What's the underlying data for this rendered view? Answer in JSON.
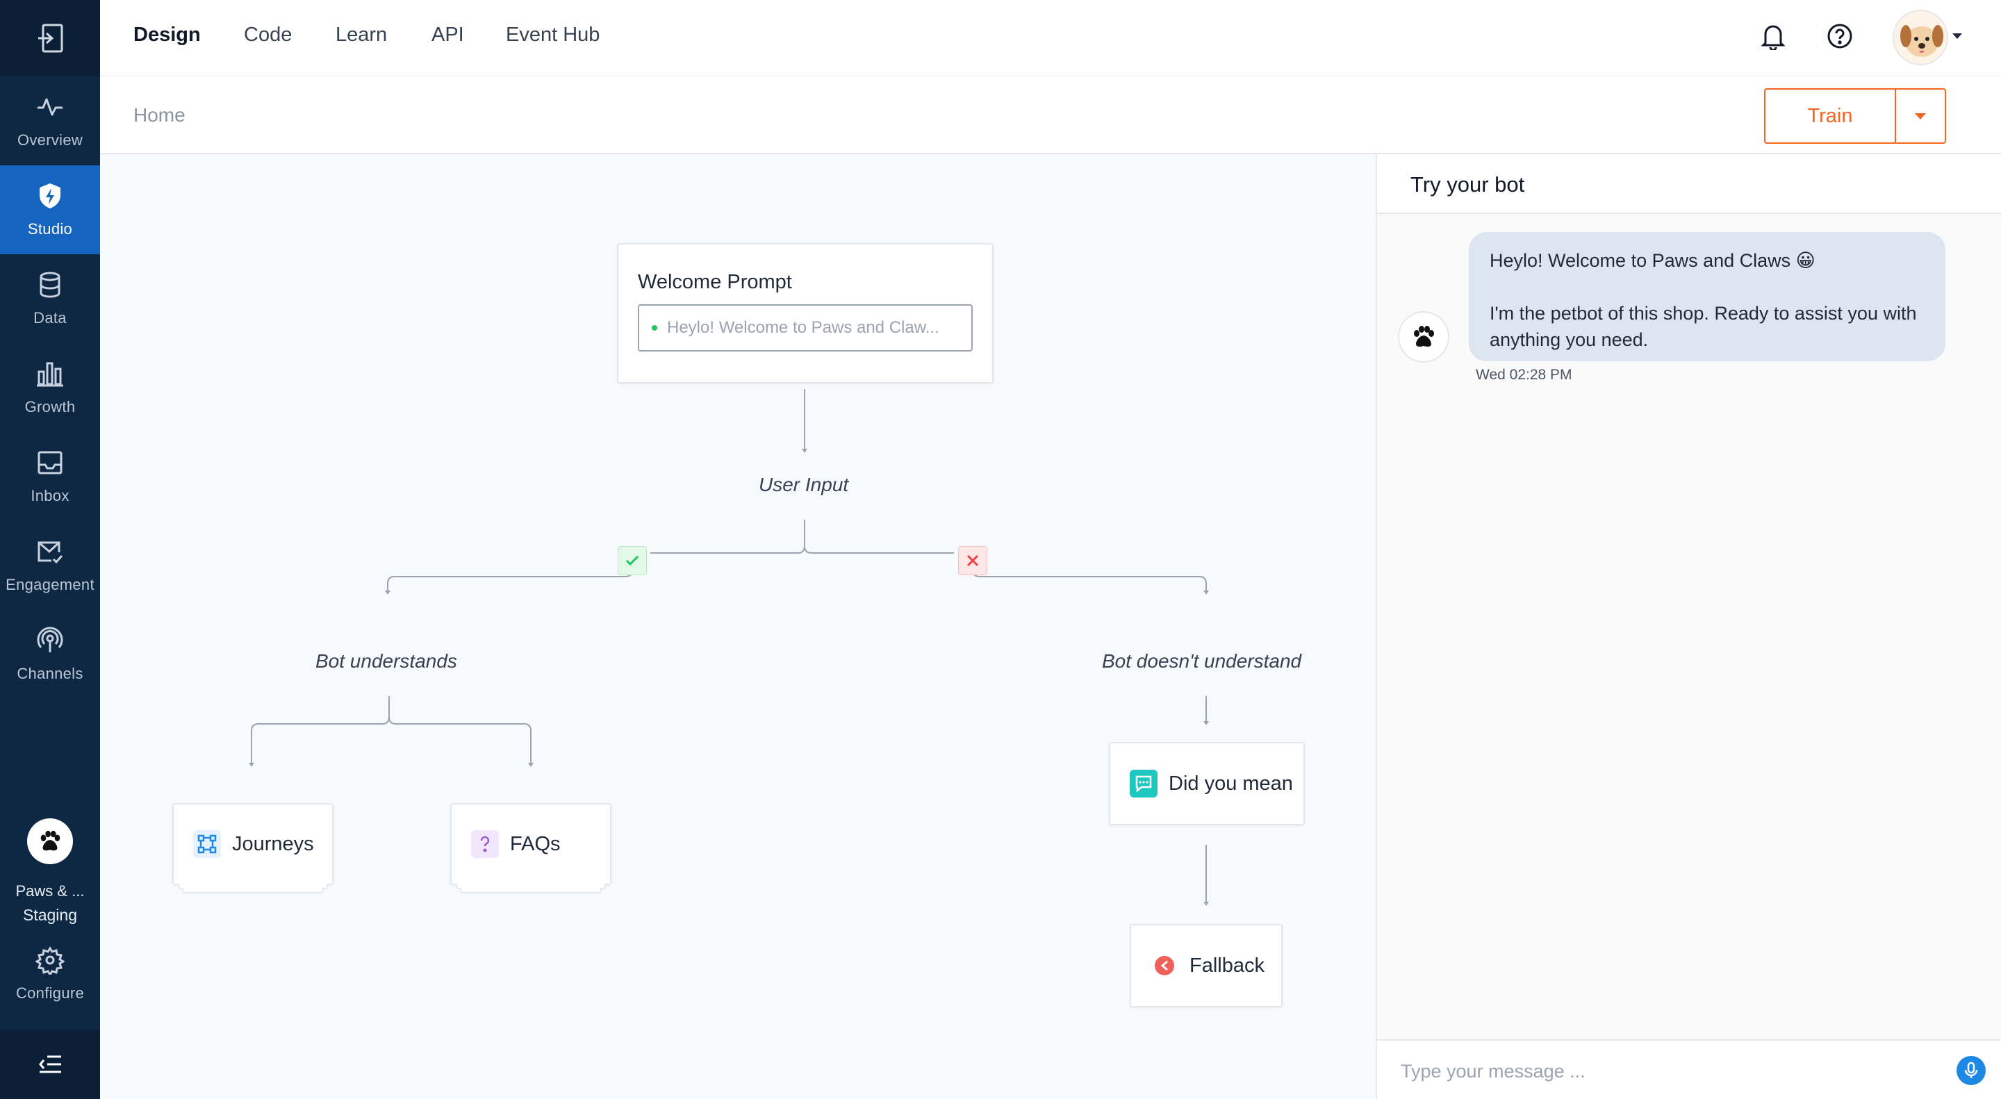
{
  "sidebar": {
    "items": [
      {
        "label": "Overview",
        "icon": "activity-icon"
      },
      {
        "label": "Studio",
        "icon": "studio-shield-icon",
        "active": true
      },
      {
        "label": "Data",
        "icon": "database-icon"
      },
      {
        "label": "Growth",
        "icon": "bar-chart-icon"
      },
      {
        "label": "Inbox",
        "icon": "inbox-icon"
      },
      {
        "label": "Engagement",
        "icon": "mail-check-icon"
      },
      {
        "label": "Channels",
        "icon": "broadcast-icon"
      }
    ],
    "bot": {
      "name": "Paws & ...",
      "environment": "Staging"
    },
    "configure_label": "Configure"
  },
  "topnav": {
    "tabs": [
      "Design",
      "Code",
      "Learn",
      "API",
      "Event Hub"
    ],
    "active_tab": "Design"
  },
  "breadcrumb": {
    "home": "Home"
  },
  "toolbar": {
    "train_label": "Train"
  },
  "flow": {
    "welcome_title": "Welcome Prompt",
    "welcome_preview": "Heylo! Welcome to Paws and Claw...",
    "user_input": "User Input",
    "bot_understands": "Bot understands",
    "bot_doesnt_understand": "Bot doesn't understand",
    "journeys": "Journeys",
    "faqs": "FAQs",
    "did_you_mean": "Did you mean",
    "fallback": "Fallback"
  },
  "chat": {
    "title": "Try your bot",
    "message_line1": "Heylo! Welcome to Paws and Claws 😀",
    "message_line2": "I'm the petbot of this shop. Ready to assist you with anything you need.",
    "time": "Wed 02:28 PM",
    "input_placeholder": "Type your message ..."
  },
  "colors": {
    "sidebar_bg": "#0e2742",
    "sidebar_active": "#1565c0",
    "accent_orange": "#f26522",
    "bubble_bg": "#dde6f0",
    "success": "#22c55e",
    "danger": "#ef4444"
  }
}
